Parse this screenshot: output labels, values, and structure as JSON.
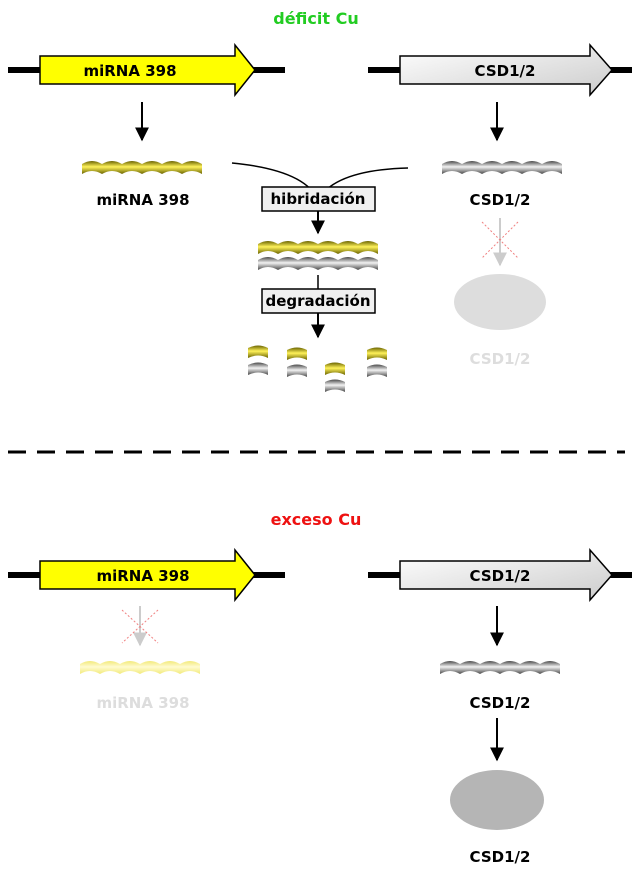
{
  "sections": {
    "deficit": {
      "title": "déficit Cu",
      "title_color": "#22cc22",
      "gene_mirna": "miRNA 398",
      "gene_csd": "CSD1/2",
      "rna_mirna_label": "miRNA 398",
      "rna_csd_label": "CSD1/2",
      "step1": "hibridación",
      "step2": "degradación",
      "protein_label": "CSD1/2"
    },
    "exceso": {
      "title": "exceso Cu",
      "title_color": "#ee1111",
      "gene_mirna": "miRNA 398",
      "gene_csd": "CSD1/2",
      "rna_mirna_label": "miRNA 398",
      "rna_csd_label": "CSD1/2",
      "protein_label": "CSD1/2"
    }
  },
  "colors": {
    "mirna_yellow": "#e3db00",
    "mirna_gene_fill": "#ffff00",
    "csd_gray": "#9a9a9a",
    "faded_gray": "#dddddd",
    "faded_yellow": "#f7f3a6",
    "protein_gray": "#b5b5b5",
    "inhibit_red": "#f08080"
  }
}
